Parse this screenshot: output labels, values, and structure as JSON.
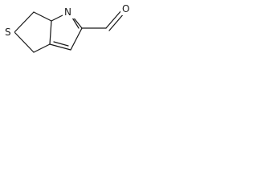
{
  "molecule": {
    "atoms": {
      "sulfur": "S",
      "nitrogen": "N",
      "oxygen": "O"
    }
  }
}
